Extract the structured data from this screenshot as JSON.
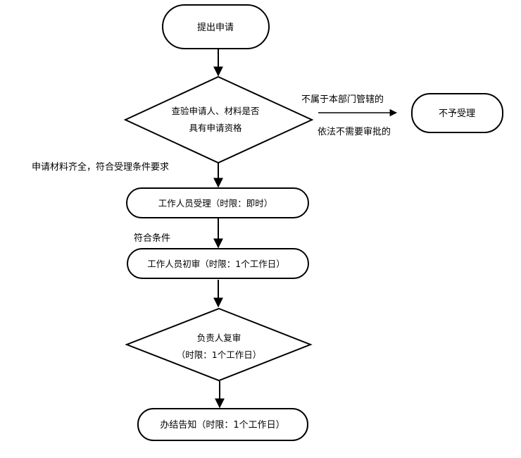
{
  "flowchart": {
    "start": "提出申请",
    "check_line1": "查验申请人、材料是否",
    "check_line2": "具有申请资格",
    "reject_cond_line1": "不属于本部门管辖的",
    "reject_cond_line2": "依法不需要审批的",
    "reject_result": "不予受理",
    "accept_cond": "申请材料齐全，符合受理条件要求",
    "accept": "工作人员受理（时限：即时）",
    "first_review_cond": "符合条件",
    "first_review": "工作人员初审（时限：1个工作日）",
    "second_review_line1": "负责人复审",
    "second_review_line2": "（时限：1个工作日）",
    "notify": "办结告知（时限：1个工作日）"
  }
}
